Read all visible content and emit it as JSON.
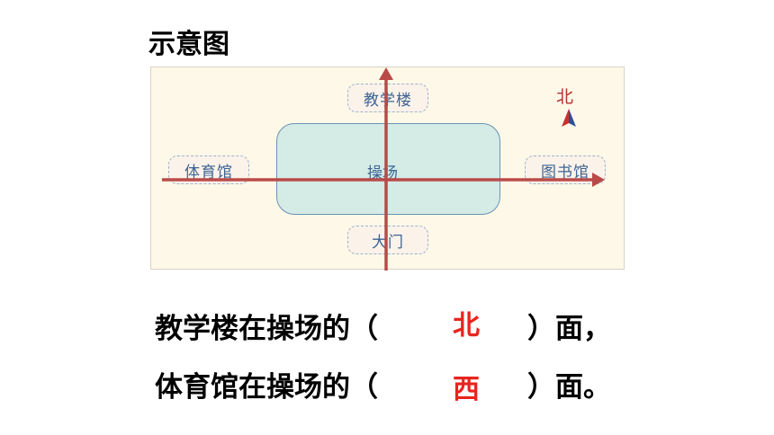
{
  "title": "示意图",
  "diagram": {
    "teaching_building": "教学楼",
    "gym": "体育馆",
    "playground": "操场",
    "library": "图书馆",
    "gate": "大门",
    "north": "北",
    "colors": {
      "arrow": "#b94a48",
      "label_text": "#3d6594",
      "north": "#b73030"
    }
  },
  "questions": [
    {
      "prefix": "教学楼在操场的（",
      "answer": "北",
      "suffix": "）面，"
    },
    {
      "prefix": "体育馆在操场的（",
      "answer": "西",
      "suffix": "）面。"
    }
  ]
}
